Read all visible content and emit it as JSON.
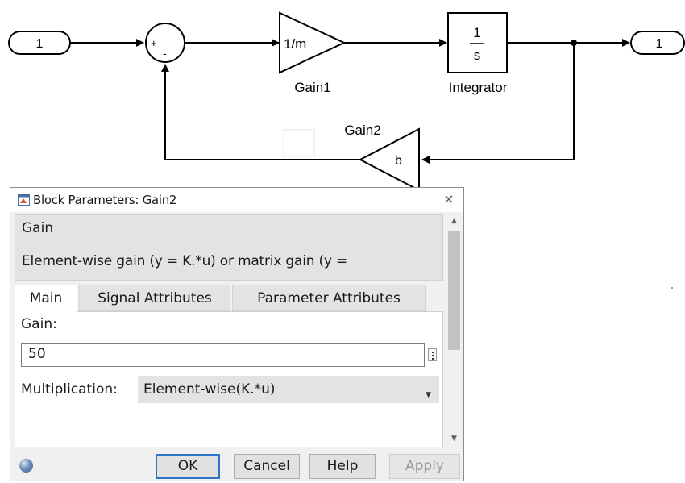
{
  "diagram": {
    "inport_label": "1",
    "sum_plus": "+",
    "sum_minus": "-",
    "gain1_value": "1/m",
    "gain1_name": "Gain1",
    "integrator_numerator": "1",
    "integrator_denominator": "s",
    "integrator_name": "Integrator",
    "outport_label": "1",
    "gain2_value": "b",
    "gain2_name": "Gain2"
  },
  "dialog": {
    "title": "Block Parameters: Gain2",
    "close_glyph": "×",
    "section_title": "Gain",
    "section_description": "Element-wise gain (y = K.*u) or matrix gain (y =",
    "tabs": [
      "Main",
      "Signal Attributes",
      "Parameter Attributes"
    ],
    "gain_label": "Gain:",
    "gain_value": "50",
    "multiplication_label": "Multiplication:",
    "multiplication_value": "Element-wise(K.*u)",
    "buttons": {
      "ok": "OK",
      "cancel": "Cancel",
      "help": "Help",
      "apply": "Apply"
    },
    "icons": {
      "title_icon": "block-parameters-icon",
      "help_icon": "help-icon"
    }
  },
  "colors": {
    "ok_border": "#2f74c7",
    "disabled_text": "#9a9a9a",
    "dialog_bg": "#f0f0f0"
  }
}
